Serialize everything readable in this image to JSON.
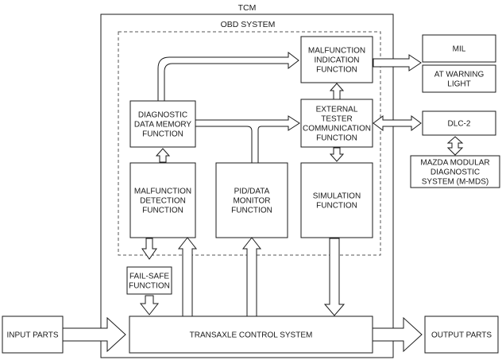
{
  "titles": {
    "tcm": "TCM",
    "obd": "OBD SYSTEM"
  },
  "boxes": {
    "malfunction_indication": [
      "MALFUNCTION",
      "INDICATION",
      "FUNCTION"
    ],
    "external_tester": [
      "EXTERNAL",
      "TESTER",
      "COMMUNICATION",
      "FUNCTION"
    ],
    "diagnostic_memory": [
      "DIAGNOSTIC",
      "DATA MEMORY",
      "FUNCTION"
    ],
    "malfunction_detection": [
      "MALFUNCTION",
      "DETECTION",
      "FUNCTION"
    ],
    "pid_monitor": [
      "PID/DATA",
      "MONITOR",
      "FUNCTION"
    ],
    "simulation": [
      "SIMULATION",
      "FUNCTION"
    ],
    "fail_safe": [
      "FAIL-SAFE",
      "FUNCTION"
    ],
    "transaxle": [
      "TRANSAXLE CONTROL SYSTEM"
    ],
    "input_parts": [
      "INPUT PARTS"
    ],
    "output_parts": [
      "OUTPUT PARTS"
    ],
    "mil": [
      "MIL"
    ],
    "at_warning": [
      "AT WARNING",
      "LIGHT"
    ],
    "dlc2": [
      "DLC-2"
    ],
    "mmds": [
      "MAZDA MODULAR",
      "DIAGNOSTIC",
      "SYSTEM (M-MDS)"
    ]
  }
}
